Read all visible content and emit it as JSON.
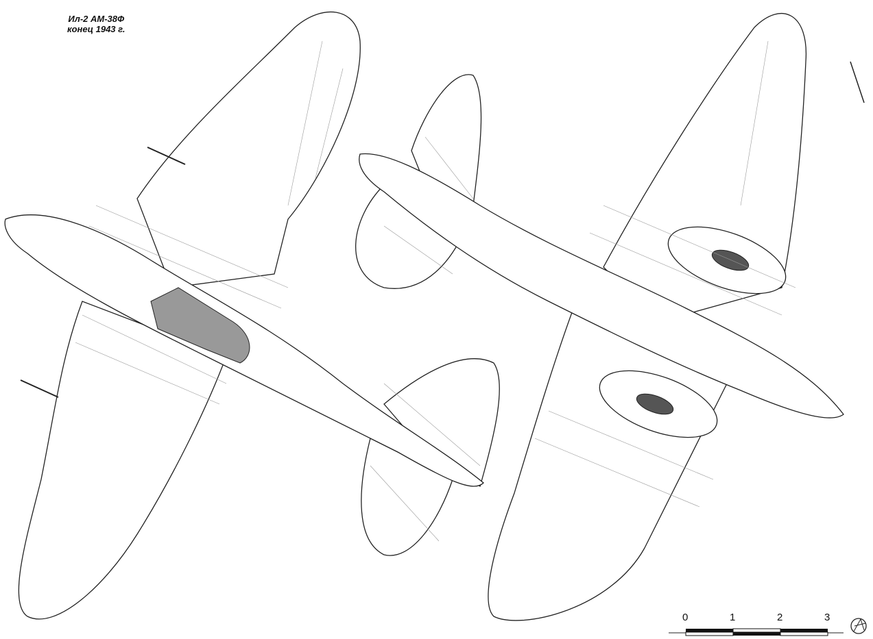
{
  "title": {
    "line1": "Ил-2  АМ-38Ф",
    "line2": "конец 1943 г."
  },
  "scale_bar": {
    "ticks": [
      "0",
      "1",
      "2",
      "3"
    ],
    "unit_count": 3
  },
  "views": [
    {
      "name": "top-view"
    },
    {
      "name": "bottom-view"
    }
  ],
  "signature": "artist monogram"
}
